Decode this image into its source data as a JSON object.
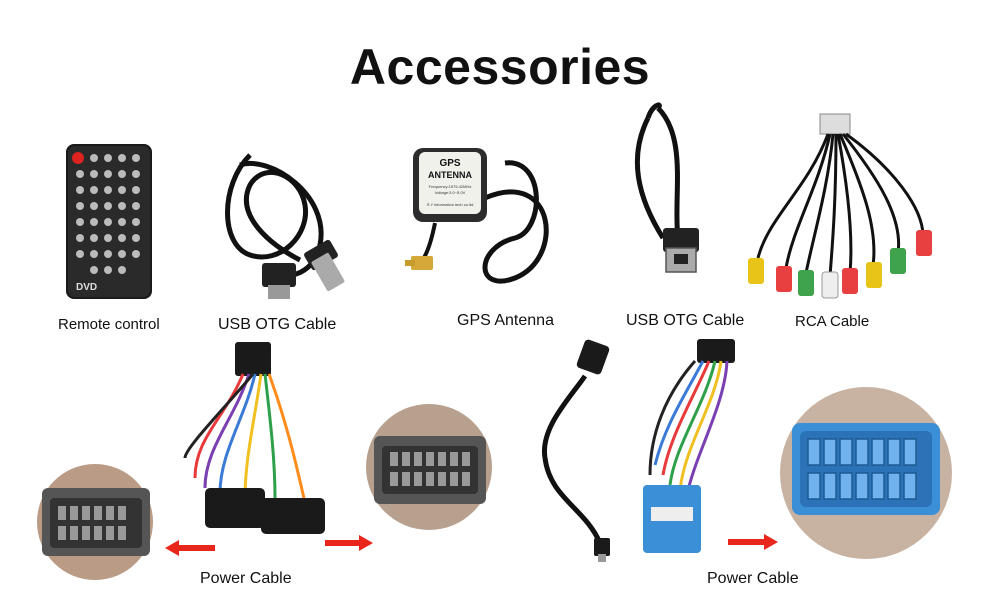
{
  "title": "Accessories",
  "captions": {
    "remote": "Remote control",
    "usb1": "USB OTG Cable",
    "gps": "GPS Antenna",
    "usb2": "USB OTG Cable",
    "rca": "RCA Cable",
    "power1": "Power Cable",
    "power2": "Power Cable"
  },
  "gps_label": {
    "line1": "GPS",
    "line2": "ANTENNA",
    "line3": "Frequency:1575.42MHz",
    "line4": "Voltage:3.0~5.0V",
    "line5": "S.Y information tech co.ltd"
  },
  "remote_brand": "DVD",
  "colors": {
    "arrow": "#e8261c",
    "connector_blue": "#3a8fd6"
  }
}
